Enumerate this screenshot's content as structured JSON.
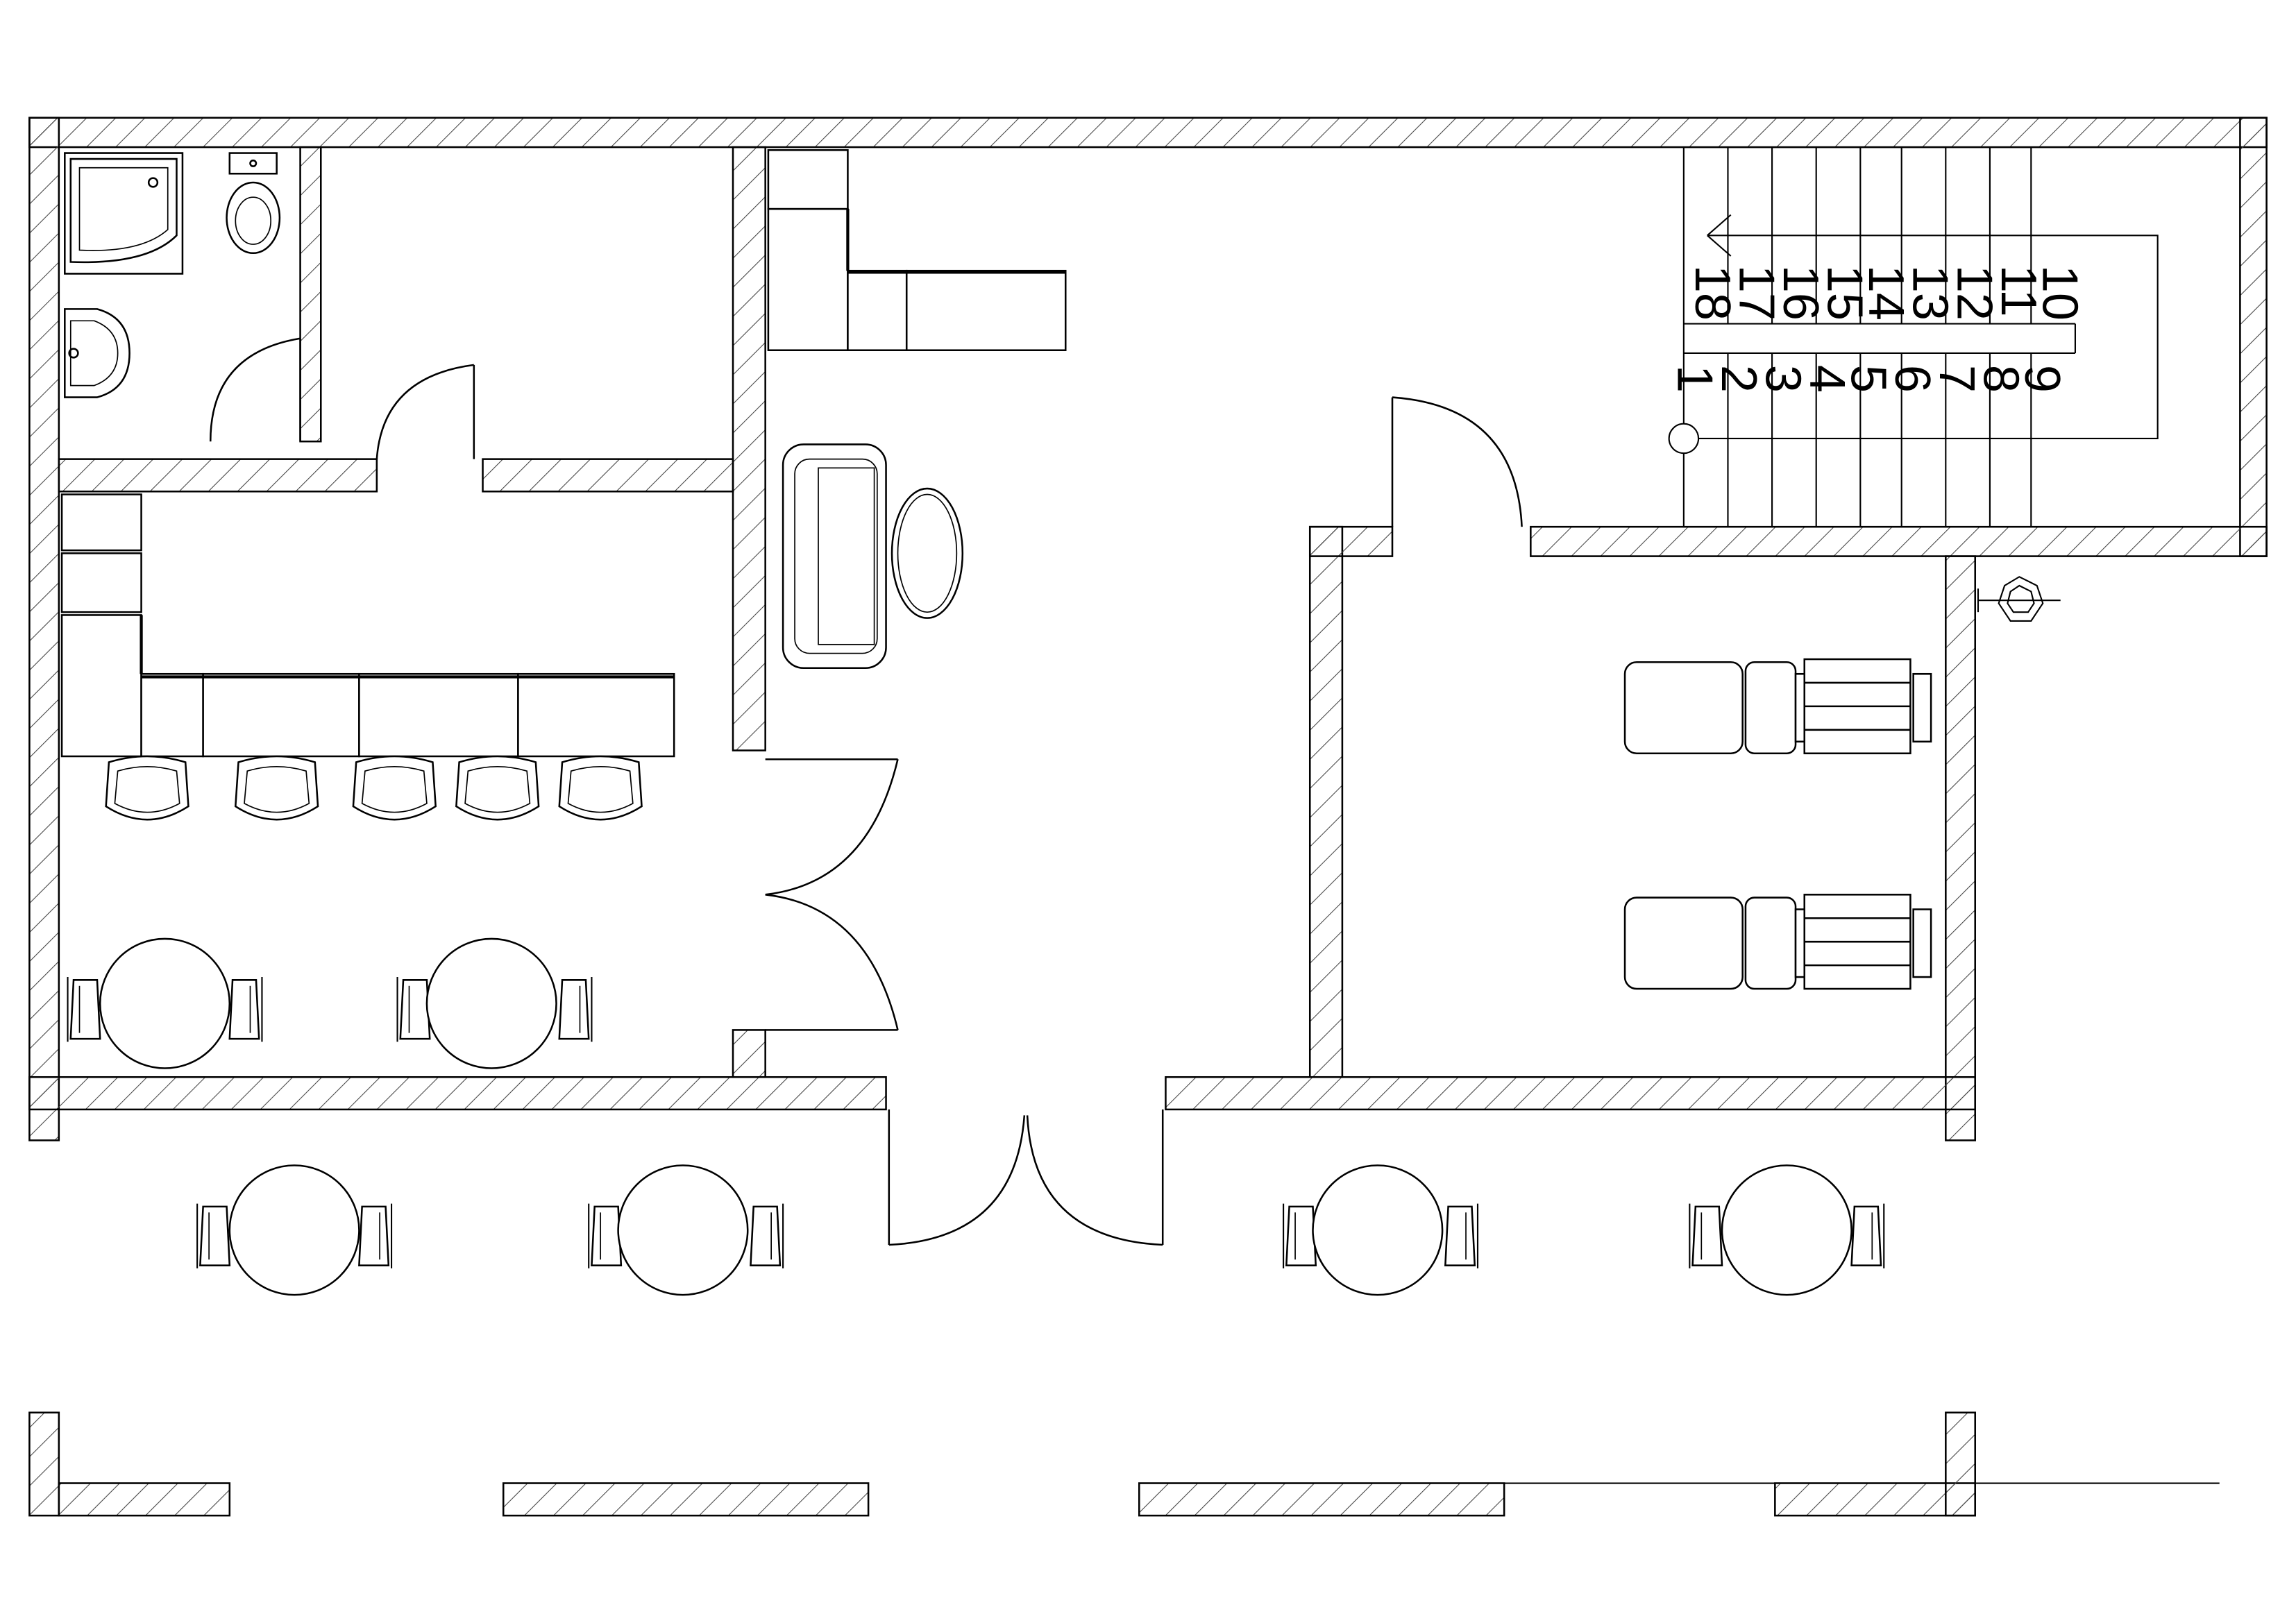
{
  "stairs": {
    "flight_lower": [
      "1",
      "2",
      "3",
      "4",
      "5",
      "6",
      "7",
      "8",
      "9"
    ],
    "flight_upper": [
      "10",
      "11",
      "12",
      "13",
      "14",
      "15",
      "16",
      "17",
      "18"
    ]
  },
  "colors": {
    "line": "#000000",
    "hatch": "#555555",
    "background": "#ffffff"
  },
  "icons": [
    "toilet-icon",
    "shower-tray-icon",
    "washbasin-icon",
    "sofa-icon",
    "coffee-table-icon",
    "armchair-icon",
    "round-table-icon",
    "chair-icon",
    "massage-bed-icon",
    "door-swing-icon",
    "stair-arrow-icon",
    "column-icon"
  ]
}
